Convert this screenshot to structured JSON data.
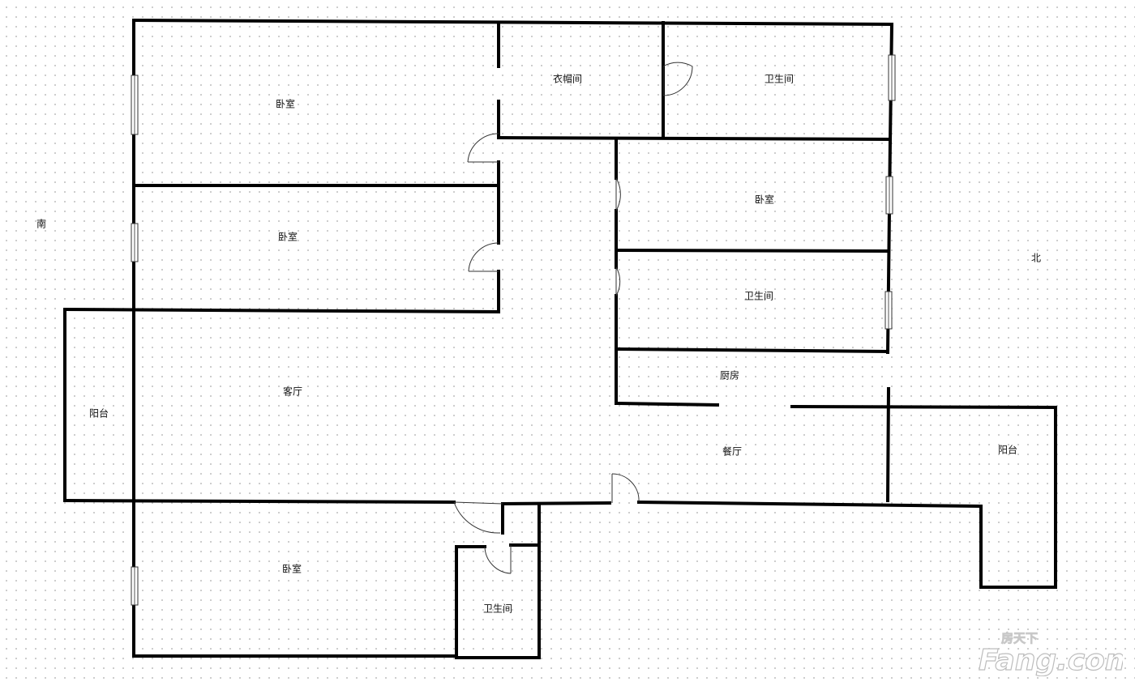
{
  "plan": {
    "rooms": {
      "bedroom_1": "卧室",
      "cloakroom": "衣帽间",
      "bathroom_1": "卫生间",
      "bedroom_2": "卧室",
      "bedroom_3": "卧室",
      "bathroom_2": "卫生间",
      "kitchen": "厨房",
      "living_room": "客厅",
      "balcony_south": "阳台",
      "dining_room": "餐厅",
      "balcony_north": "阳台",
      "bedroom_4": "卧室",
      "bathroom_3": "卫生间"
    },
    "compass": {
      "south": "南",
      "north": "北"
    }
  },
  "watermark": {
    "small_text": "房天下",
    "big_text": "Fang.com"
  },
  "colors": {
    "wall": "#000000",
    "background": "#ffffff",
    "grid_dot": "#c9c9c9",
    "watermark_outline": "#bdbdbd"
  }
}
